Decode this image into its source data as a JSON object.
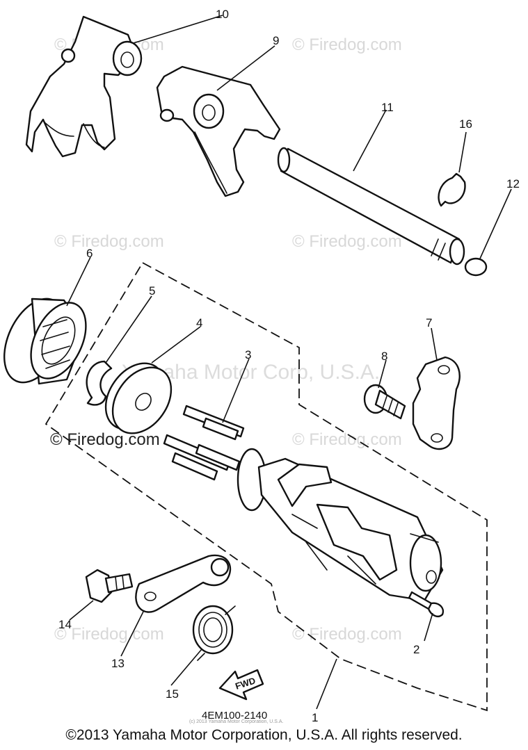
{
  "watermarks": {
    "site": "© Firedog.com",
    "main": "Yamaha Motor Corp, U.S.A."
  },
  "callouts": [
    "1",
    "2",
    "3",
    "4",
    "5",
    "6",
    "7",
    "8",
    "9",
    "10",
    "11",
    "12",
    "13",
    "14",
    "15",
    "16"
  ],
  "diagram_code": "4EM100-2140",
  "fwd_label": "FWD",
  "small_print": "(c) 2013 Yamaha Motor Corporation, U.S.A.",
  "copyright": "©2013 Yamaha Motor Corporation, U.S.A. All rights reserved.",
  "colors": {
    "line": "#111111",
    "watermark": "#d8d8d8",
    "background": "#ffffff"
  }
}
